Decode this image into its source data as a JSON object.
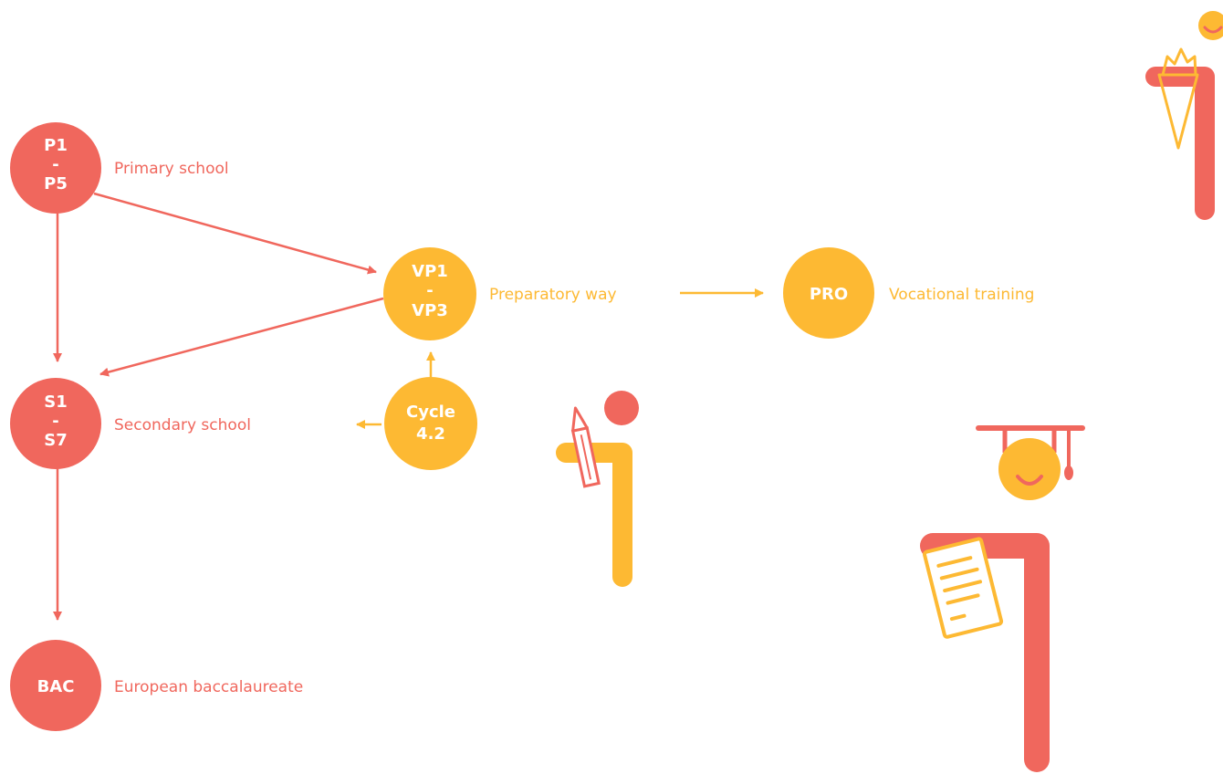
{
  "colors": {
    "red": "#F0675D",
    "yellow": "#FDB933",
    "white": "#FFFFFF"
  },
  "nodes": {
    "primary": {
      "lines": [
        "P1",
        "-",
        "P5"
      ],
      "label": "Primary school"
    },
    "vp": {
      "lines": [
        "VP1",
        "-",
        "VP3"
      ],
      "label": "Preparatory way"
    },
    "pro": {
      "lines": [
        "PRO"
      ],
      "label": "Vocational training"
    },
    "secondary": {
      "lines": [
        "S1",
        "-",
        "S7"
      ],
      "label": "Secondary school"
    },
    "cycle": {
      "lines": [
        "Cycle",
        "4.2"
      ]
    },
    "bac": {
      "lines": [
        "BAC"
      ],
      "label": "European baccalaureate"
    }
  },
  "icons": [
    "graduate-with-cone-icon",
    "student-with-pencil-icon",
    "graduate-with-diploma-icon"
  ]
}
